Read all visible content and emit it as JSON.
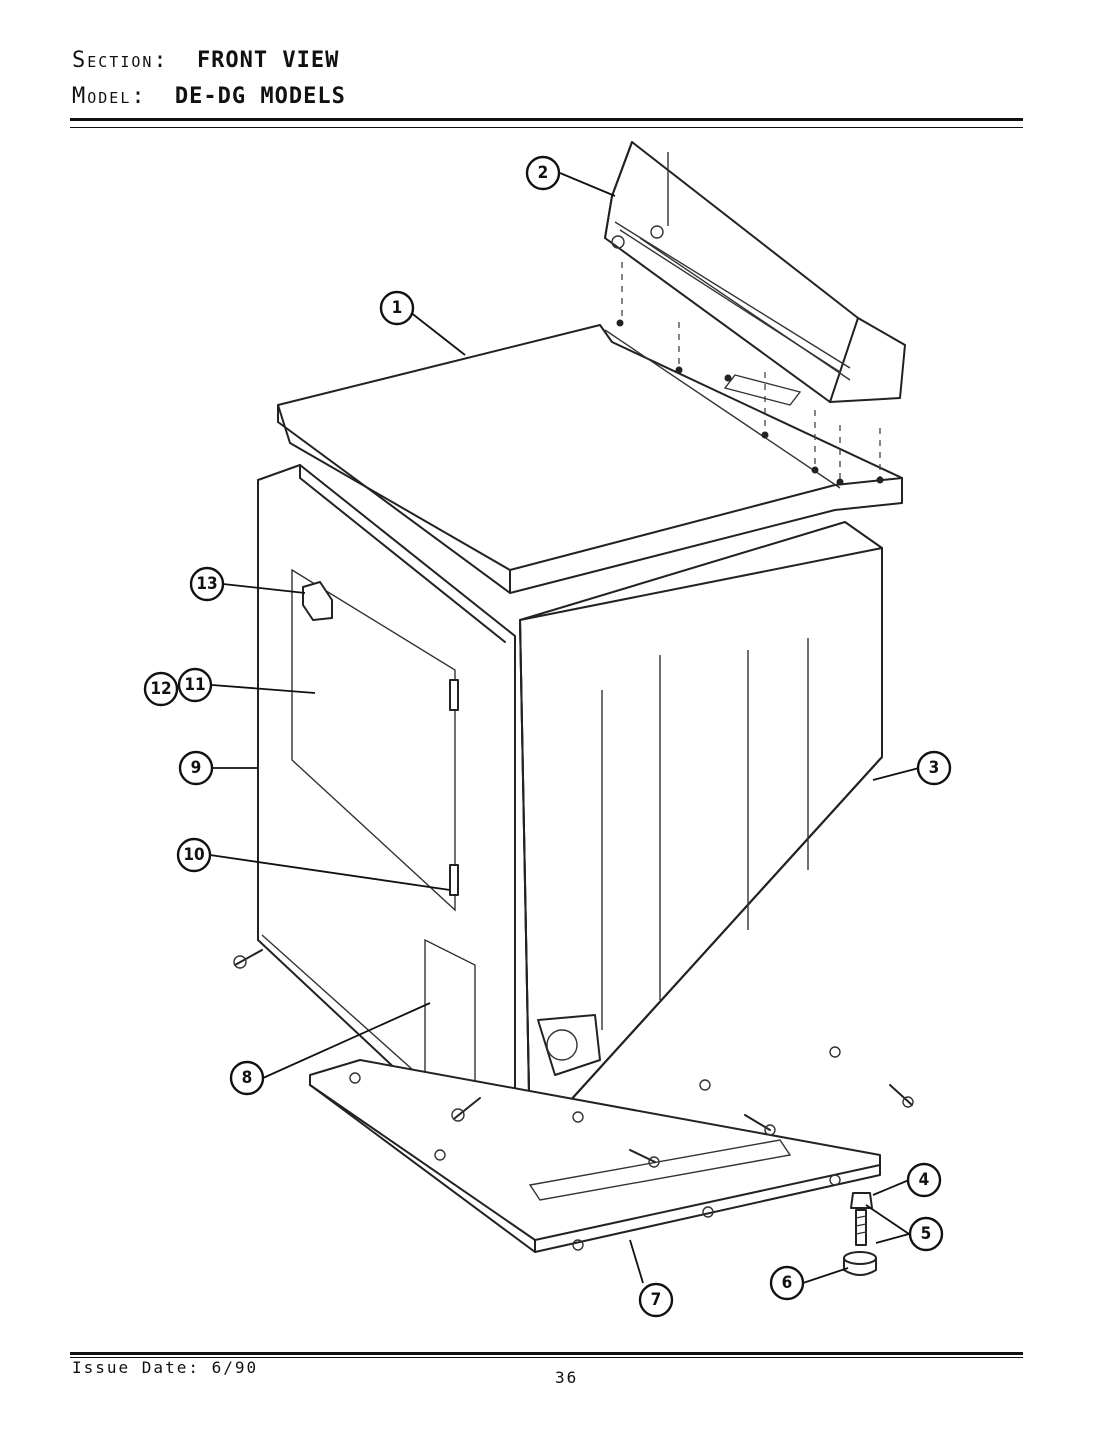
{
  "header": {
    "section_label": "Section:",
    "section_value": "FRONT VIEW",
    "model_label": "Model:",
    "model_value": "DE-DG MODELS"
  },
  "footer": {
    "issue_date": "Issue Date: 6/90",
    "page_number": "36"
  },
  "callouts": [
    {
      "id": "1",
      "label": "1"
    },
    {
      "id": "2",
      "label": "2"
    },
    {
      "id": "3",
      "label": "3"
    },
    {
      "id": "4",
      "label": "4"
    },
    {
      "id": "5",
      "label": "5"
    },
    {
      "id": "6",
      "label": "6"
    },
    {
      "id": "7",
      "label": "7"
    },
    {
      "id": "8",
      "label": "8"
    },
    {
      "id": "9",
      "label": "9"
    },
    {
      "id": "10",
      "label": "10"
    },
    {
      "id": "11",
      "label": "11"
    },
    {
      "id": "12",
      "label": "12"
    },
    {
      "id": "13",
      "label": "13"
    }
  ]
}
